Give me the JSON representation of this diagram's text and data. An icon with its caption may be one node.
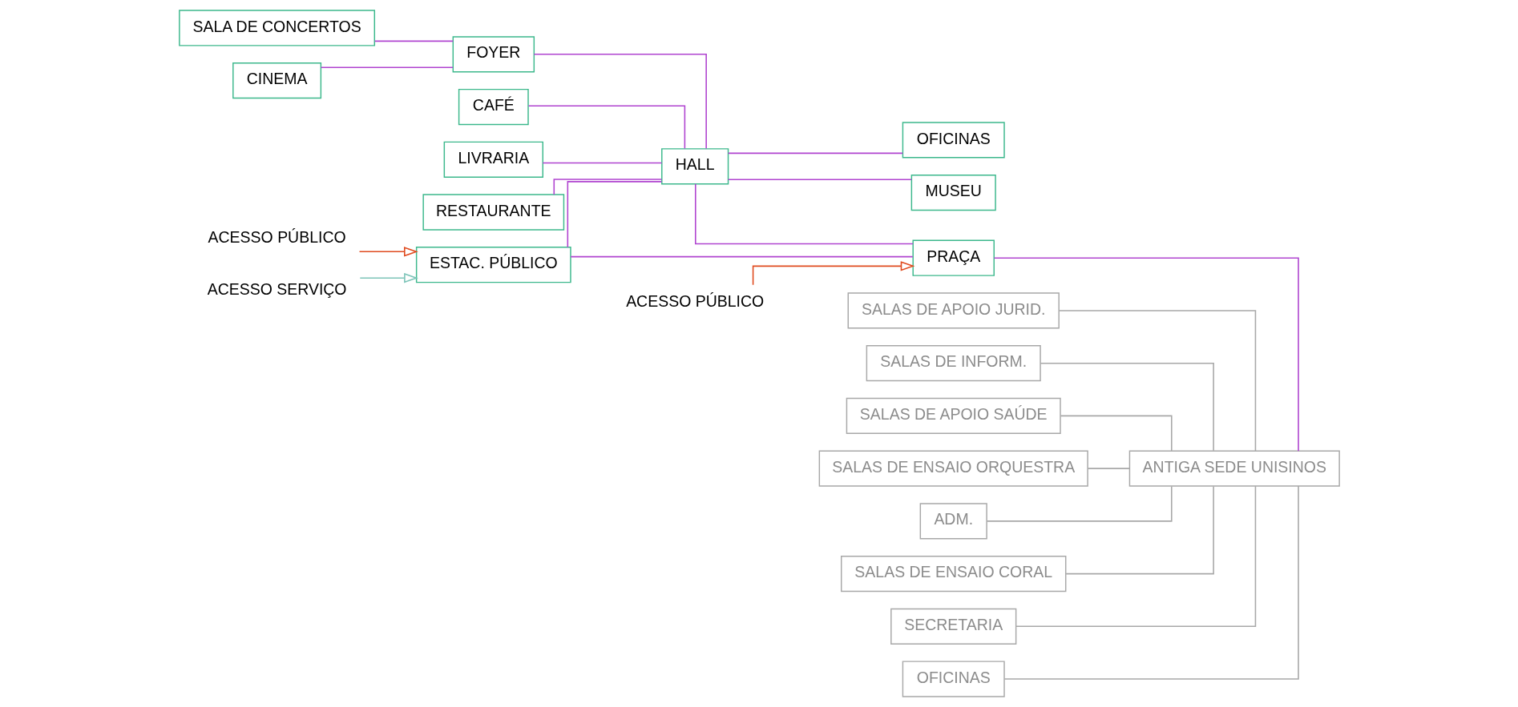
{
  "diagram": {
    "nodes": [
      {
        "text": [
          "SALA DE CONCERTOS"
        ]
      },
      {
        "text": [
          "CINEMA"
        ]
      },
      {
        "text": [
          "CAFÉ"
        ]
      },
      {
        "text": [
          "FOYER"
        ]
      },
      {
        "text": [
          "OFICINAS"
        ]
      },
      {
        "text": [
          "LIVRARIA"
        ]
      },
      {
        "text": [
          "HALL"
        ]
      },
      {
        "text": [
          "MUSEU"
        ]
      },
      {
        "text": [
          "RESTAURANTE"
        ]
      },
      {
        "text": [
          "ACESSO PÚBLICO"
        ]
      },
      {
        "text": [
          "ESTAC. PÚBLICO"
        ]
      },
      {
        "text": [
          "PRAÇA"
        ]
      },
      {
        "text": [
          "ACESSO SERVIÇO"
        ]
      },
      {
        "text": [
          "ACESSO PÚBLICO"
        ]
      },
      {
        "text": [
          "SALAS DE APOIO JURID."
        ]
      },
      {
        "text": [
          "SALAS DE INFORM."
        ]
      },
      {
        "text": [
          "SALAS DE APOIO SAÚDE"
        ]
      },
      {
        "text": [
          "SALAS DE ENSAIO ORQUESTRA"
        ]
      },
      {
        "text": [
          "ADM."
        ]
      },
      {
        "text": [
          "SALAS DE ENSAIO CORAL"
        ]
      },
      {
        "text": [
          "SECRETARIA"
        ]
      },
      {
        "text": [
          "OFICINAS"
        ]
      },
      {
        "text": [
          "ANTIGA SEDE UNISINOS"
        ]
      }
    ],
    "edges": [
      {
        "from": 0,
        "to": 3,
        "arrow": "none"
      },
      {
        "from": 1,
        "to": 3,
        "arrow": "none"
      },
      {
        "from": 3,
        "to": 6,
        "arrow": "none"
      },
      {
        "from": 2,
        "to": 6,
        "arrow": "none"
      },
      {
        "from": 5,
        "to": 6,
        "arrow": "none"
      },
      {
        "from": 8,
        "to": 6,
        "arrow": "none"
      },
      {
        "from": 6,
        "to": 4,
        "arrow": "none"
      },
      {
        "from": 6,
        "to": 7,
        "arrow": "none"
      },
      {
        "from": 6,
        "to": 11,
        "arrow": "none"
      },
      {
        "from": 10,
        "to": 6,
        "arrow": "none"
      },
      {
        "from": 10,
        "to": 11,
        "arrow": "none"
      },
      {
        "from": 11,
        "to": 22,
        "arrow": "none"
      },
      {
        "from": 9,
        "to": 10,
        "arrow": "to",
        "color": "#e04a1e"
      },
      {
        "from": 12,
        "to": 10,
        "arrow": "to",
        "color": "#7cc4b8"
      },
      {
        "from": 13,
        "to": 11,
        "arrow": "to",
        "color": "#e04a1e"
      },
      {
        "from": 14,
        "to": 22,
        "arrow": "none",
        "color": "#a8a8a8"
      },
      {
        "from": 15,
        "to": 22,
        "arrow": "none",
        "color": "#a8a8a8"
      },
      {
        "from": 16,
        "to": 22,
        "arrow": "none",
        "color": "#a8a8a8"
      },
      {
        "from": 17,
        "to": 22,
        "arrow": "none",
        "color": "#a8a8a8"
      },
      {
        "from": 18,
        "to": 22,
        "arrow": "none",
        "color": "#a8a8a8"
      },
      {
        "from": 19,
        "to": 22,
        "arrow": "none",
        "color": "#a8a8a8"
      },
      {
        "from": 20,
        "to": 22,
        "arrow": "none",
        "color": "#a8a8a8"
      },
      {
        "from": 21,
        "to": 22,
        "arrow": "none",
        "color": "#a8a8a8"
      }
    ]
  }
}
